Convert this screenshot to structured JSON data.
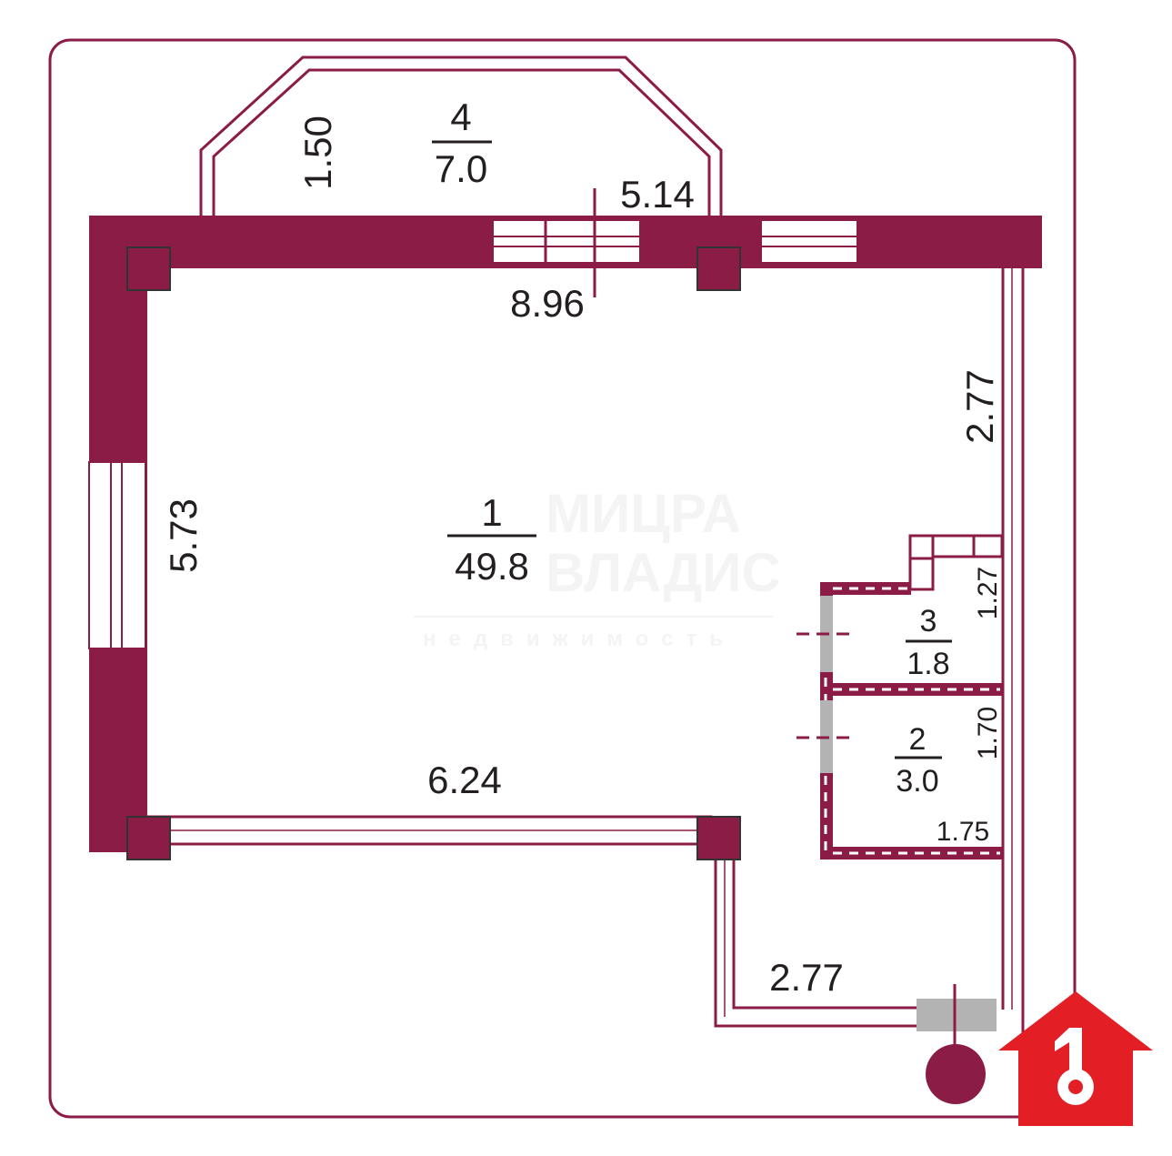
{
  "colors": {
    "wall": "#8b1c45",
    "door": "#b3b3b3",
    "logo": "#e31e24",
    "text": "#231f20"
  },
  "rooms": [
    {
      "number": "1",
      "area": "49.8"
    },
    {
      "number": "2",
      "area": "3.0"
    },
    {
      "number": "3",
      "area": "1.8"
    },
    {
      "number": "4",
      "area": "7.0"
    }
  ],
  "dimensions": {
    "balcony_depth": "1.50",
    "balcony_width": "5.14",
    "top_wall": "8.96",
    "right_upper": "2.77",
    "left_wall": "5.73",
    "bottom_wall": "6.24",
    "corridor": "2.77",
    "room3_side": "1.27",
    "room2_side": "1.70",
    "room2_bottom": "1.75"
  },
  "watermark": {
    "line1": "МИЦРА",
    "line2": "ВЛАДИС",
    "line3": "недвижимость"
  },
  "logo": {
    "icon": "house-key-icon"
  }
}
